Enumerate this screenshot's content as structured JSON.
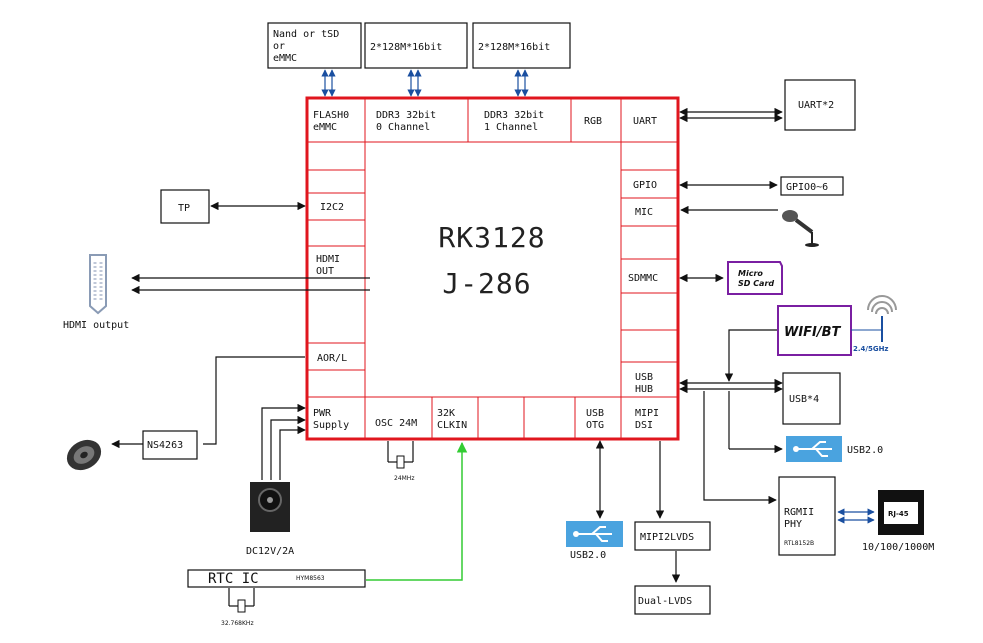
{
  "soc": {
    "name": "RK3128",
    "model": "J-286"
  },
  "soc_cells": {
    "flash": [
      "FLASH0",
      "eMMC"
    ],
    "ddr0": [
      "DDR3 32bit",
      "0 Channel"
    ],
    "ddr1": [
      "DDR3 32bit",
      "1 Channel"
    ],
    "rgb": "RGB",
    "uart": "UART",
    "gpio": "GPIO",
    "mic": "MIC",
    "sdmmc": "SDMMC",
    "usb_hub": [
      "USB",
      "HUB"
    ],
    "mipi_dsi": [
      "MIPI",
      "DSI"
    ],
    "usb_otg": [
      "USB",
      "OTG"
    ],
    "clkin": [
      "32K",
      "CLKIN"
    ],
    "osc": "OSC 24M",
    "pwr": [
      "PWR",
      "Supply"
    ],
    "aor": "AOR/L",
    "hdmi_out": [
      "HDMI",
      "OUT"
    ],
    "i2c2": "I2C2"
  },
  "external": {
    "nand": [
      "Nand or tSD",
      "or",
      "eMMC"
    ],
    "ddr_mem0": "2*128M*16bit",
    "ddr_mem1": "2*128M*16bit",
    "uart2": "UART*2",
    "gpio06": "GPIO0~6",
    "tp": "TP",
    "hdmi_output": "HDMI output",
    "micro_sd": [
      "Micro",
      "SD Card"
    ],
    "wifi_bt": "WIFI/BT",
    "wifi_band": "2.4/5GHz",
    "usb4": "USB*4",
    "usb20_right": "USB2.0",
    "usb20_bottom": "USB2.0",
    "ns4263": "NS4263",
    "dc_input": "DC12V/2A",
    "crystal_24": "24MHz",
    "rtc": "RTC IC",
    "rtc_part": "HYM8563",
    "crystal_32": "32.768KHz",
    "mipi2lvds": "MIPI2LVDS",
    "dual_lvds": "Dual-LVDS",
    "rgmii": [
      "RGMII",
      "PHY"
    ],
    "rgmii_part": "RTL8152B",
    "rj45": "RJ-45",
    "ethernet": "10/100/1000M"
  },
  "colors": {
    "soc_border": "#e0161e",
    "clk_line": "#33cc33",
    "sd_purple": "#7a1fa2",
    "usb_blue": "#4aa3df",
    "eth_arrow": "#1a4fa0"
  }
}
